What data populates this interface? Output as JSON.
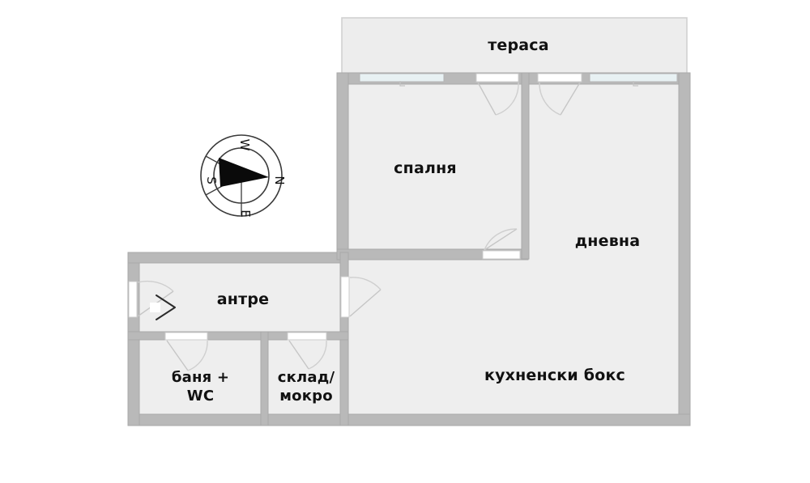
{
  "plan": {
    "type": "apartment-floor-plan",
    "language": "bg",
    "rooms": [
      {
        "id": "terrace",
        "label": "тераса"
      },
      {
        "id": "bedroom",
        "label": "спалня"
      },
      {
        "id": "living",
        "label": "дневна"
      },
      {
        "id": "kitchen",
        "label": "кухненски бокс"
      },
      {
        "id": "hall",
        "label": "антре"
      },
      {
        "id": "bathroom",
        "label": "баня +\nWC"
      },
      {
        "id": "storage",
        "label": "склад/\nмокро"
      }
    ],
    "compass": {
      "north_label": "N",
      "south_label": "S",
      "east_label": "E",
      "west_label": "W"
    },
    "colors": {
      "room_fill": "#eeeeee",
      "wall_fill": "#b9b9b9",
      "wall_stroke": "#a8a8a8",
      "terrace_fill": "#ededed",
      "terrace_stroke": "#c9c9c9",
      "window_fill": "#e8f1f3",
      "window_stroke": "#b0b0b0",
      "door_leaf": "#ffffff",
      "door_arc": "#cfcfcf",
      "label_color": "#111111",
      "background": "#ffffff"
    }
  }
}
